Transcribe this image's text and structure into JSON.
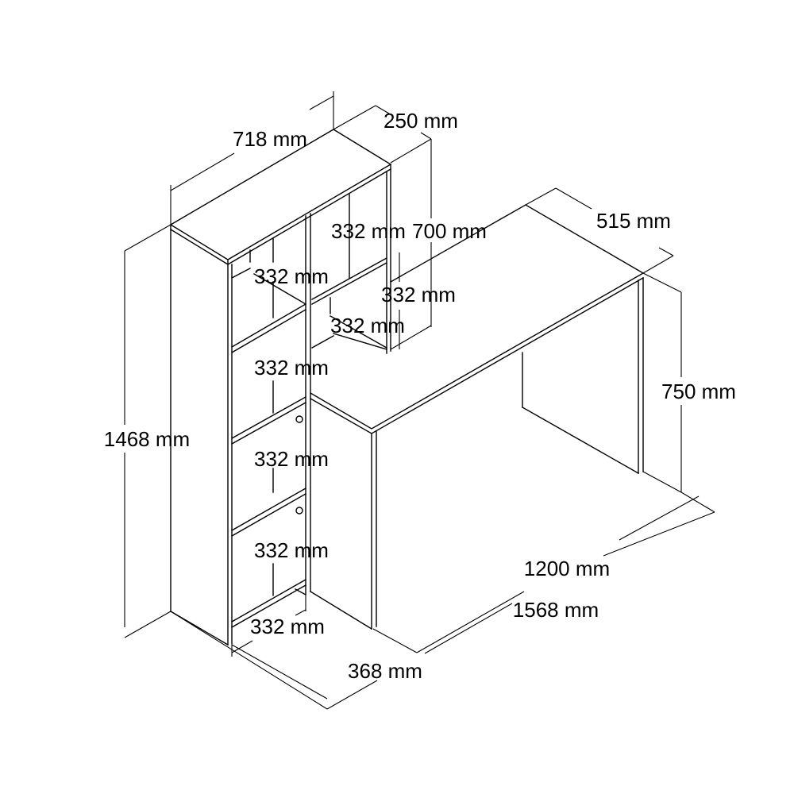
{
  "labels": {
    "bookcase_width": "718 mm",
    "bookcase_depth": "250 mm",
    "upper_cell_height": "332 mm",
    "upper_section_height": "700 mm",
    "desk_depth": "515 mm",
    "cell_left_1": "332 mm",
    "cell_right_height": "332 mm",
    "cell_right_width": "332 mm",
    "cell_left_2": "332 mm",
    "desk_height": "750 mm",
    "total_height": "1468 mm",
    "cell_left_3": "332 mm",
    "cell_left_4": "332 mm",
    "desk_width": "1200 mm",
    "total_width": "1568 mm",
    "cell_width_bottom": "332 mm",
    "desk_leg_offset": "368 mm"
  },
  "colors": {
    "line": "#000000",
    "background": "#ffffff"
  }
}
